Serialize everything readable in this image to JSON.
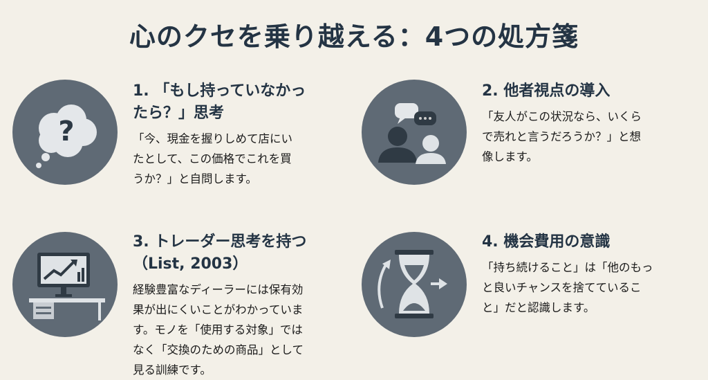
{
  "title": "心のクセを乗り越える：4つの処方箋",
  "colors": {
    "background": "#f3f0e8",
    "circle": "#5f6a75",
    "heading": "#243444"
  },
  "items": [
    {
      "icon": "thought-bubble-question-icon",
      "heading_lines": [
        "1. 「もし持っていなかっ",
        "たら？」思考"
      ],
      "body_lines": [
        "「今、現金を握りしめて店にい",
        "たとして、この価格でこれを買",
        "うか？」と自問します。"
      ]
    },
    {
      "icon": "two-people-speech-icon",
      "heading_lines": [
        "2. 他者視点の導入"
      ],
      "body_lines": [
        "「友人がこの状況なら、いくら",
        "で売れと言うだろうか？」と想",
        "像します。"
      ]
    },
    {
      "icon": "trading-desk-monitor-icon",
      "heading_lines": [
        "3. トレーダー思考を持つ",
        "（List, 2003）"
      ],
      "body_lines": [
        "経験豊富なディーラーには保有効",
        "果が出にくいことがわかっていま",
        "す。モノを「使用する対象」では",
        "なく「交換のための商品」として",
        "見る訓練です。"
      ]
    },
    {
      "icon": "hourglass-icon",
      "heading_lines": [
        "4. 機会費用の意識"
      ],
      "body_lines": [
        "「持ち続けること」は「他のもっ",
        "と良いチャンスを捨てているこ",
        "と」だと認識します。"
      ]
    }
  ]
}
